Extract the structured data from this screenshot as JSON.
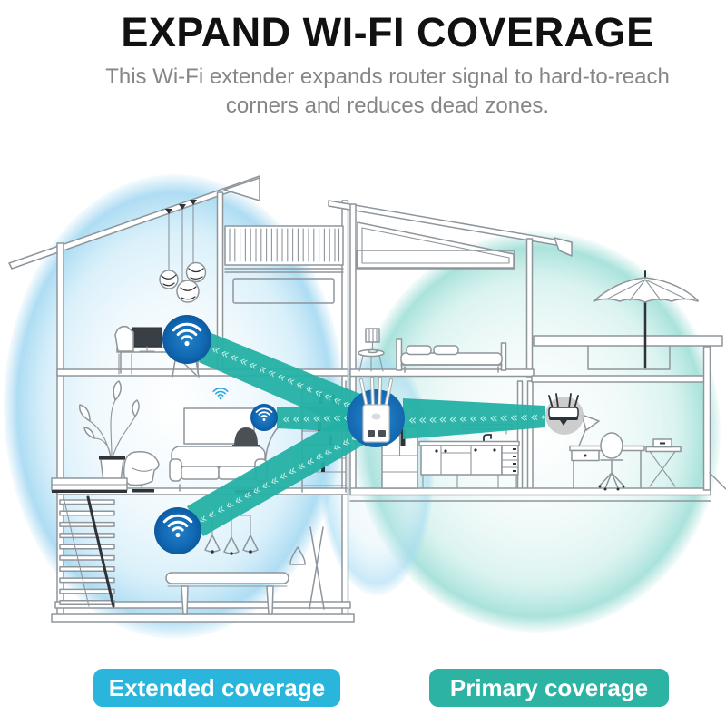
{
  "header": {
    "title": "EXPAND WI-FI COVERAGE",
    "subtitle_line1": "This Wi-Fi extender expands router signal to hard-to-reach",
    "subtitle_line2": "corners and reduces dead zones."
  },
  "diagram": {
    "chevrons": "««««««««««««««««««««««««««",
    "colors": {
      "signal_beam": "#24b0a4",
      "wifi_node_blue": "#1269b3",
      "extender_node_blue": "#1a74c0",
      "router_circle_gray": "#c9c9c9",
      "extended_coverage_tint": "#9ad4f0",
      "primary_coverage_tint": "#97dcd3",
      "house_line_gray": "#8e959b",
      "small_wifi_blue": "#2ba6de"
    },
    "icons": {
      "wifi_signal": "wifi-icon",
      "extender": "wifi-extender-icon",
      "router": "router-icon",
      "umbrella": "patio-umbrella-icon"
    }
  },
  "legend": {
    "extended_label": "Extended coverage",
    "extended_color": "#29b5dc",
    "primary_label": "Primary coverage",
    "primary_color": "#2cb3a4"
  }
}
